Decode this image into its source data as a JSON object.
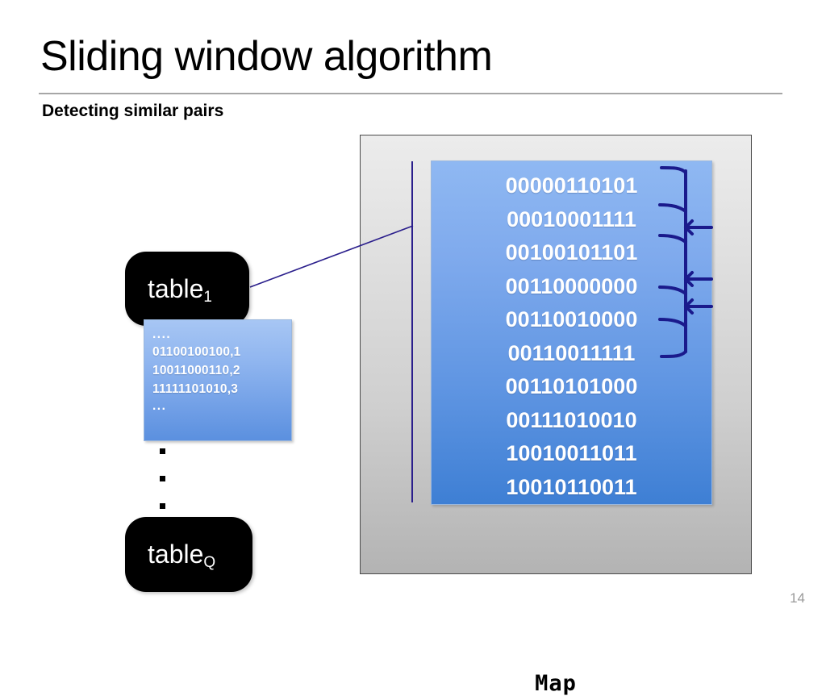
{
  "slide": {
    "title": "Sliding window algorithm",
    "subtitle": "Detecting similar pairs",
    "page_number": "14",
    "accent_navy": "#2b1f8c",
    "blue_box_top": "#8fb8f2",
    "blue_box_bottom": "#3e7fd4",
    "panel_top": "#ececec",
    "panel_bottom": "#b3b3b3",
    "chip_bg": "#000000",
    "rule_color": "#a6a6a6",
    "page_number_color": "#9a9a9a"
  },
  "map_panel": {
    "label": "Map",
    "sorted_keys": [
      "00000110101",
      "00010001111",
      "00100101101",
      "00110000000",
      "00110010000",
      "00110011111",
      "00110101000",
      "00111010010",
      "10010011011",
      "10010110011"
    ]
  },
  "tables": {
    "first": {
      "name": "table",
      "subscript": "1"
    },
    "last": {
      "name": "table",
      "subscript": "Q"
    },
    "content": {
      "leading_ellipsis": "....",
      "rows": [
        "01100100100,1",
        "10011000110,2",
        "11111101010,3"
      ],
      "trailing_ellipsis": "..."
    },
    "vertical_ellipsis_count": 3
  }
}
